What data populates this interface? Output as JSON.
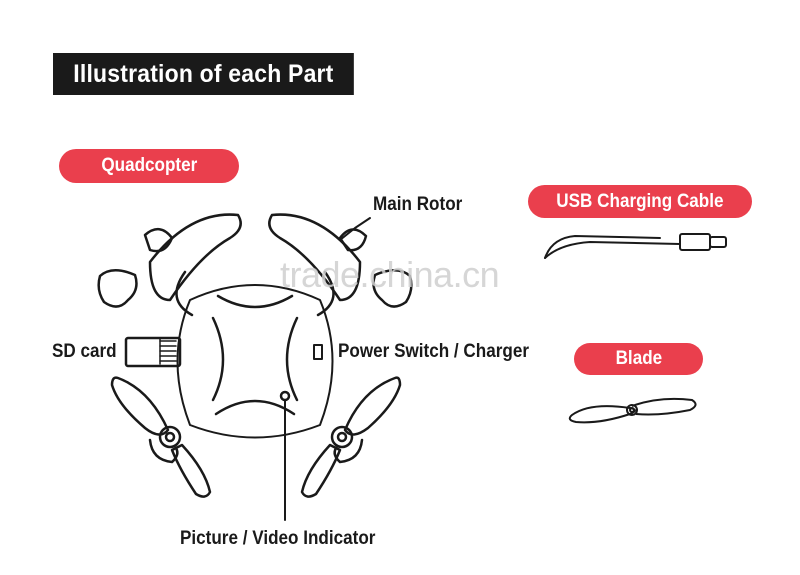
{
  "title": "Illustration of each Part",
  "sections": {
    "quadcopter": "Quadcopter",
    "usb_cable": "USB Charging Cable",
    "blade": "Blade"
  },
  "labels": {
    "main_rotor": "Main Rotor",
    "sd_card": "SD card",
    "power_switch": "Power Switch / Charger",
    "indicator": "Picture / Video Indicator"
  },
  "watermark": "trade.china.cn",
  "colors": {
    "accent": "#ea3f4d",
    "title_bg": "#1a1a1a",
    "line": "#1a1a1a"
  }
}
